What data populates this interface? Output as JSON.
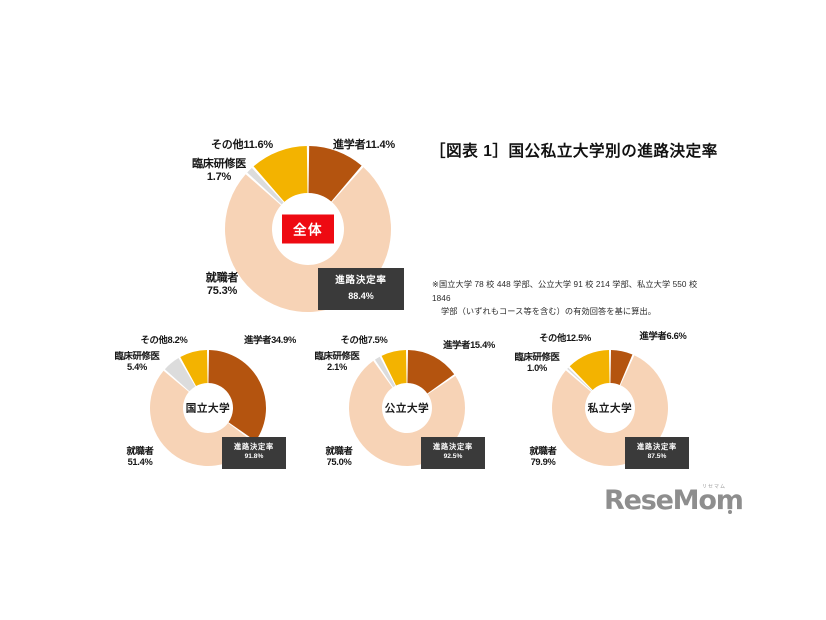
{
  "title": "［図表 1］国公私立大学別の進路決定率",
  "footnote": {
    "line1": "※国立大学 78 校 448 学部、公立大学 91 校 214 学部、私立大学 550 校 1846",
    "line2": "学部（いずれもコース等を含む）の有効回答を基に算出。"
  },
  "logo": {
    "word": "ReseMom",
    "ruby": "リセマム"
  },
  "colors": {
    "shingaku": "#b4540f",
    "shushoku": "#f7d3b6",
    "rinsho": "#dcdcdc",
    "sonota": "#f3b300",
    "rate_box": "#3a3a3a",
    "center_total": "#ee0a12",
    "background": "#ffffff"
  },
  "rate_label": "進路決定率",
  "chart_data": [
    {
      "id": "total",
      "type": "pie",
      "title": "全体",
      "center_style": "red-pill",
      "rate": "88.4%",
      "categories": [
        "進学者",
        "就職者",
        "臨床研修医",
        "その他"
      ],
      "values": [
        11.4,
        75.3,
        1.7,
        11.6
      ],
      "labels": [
        {
          "name": "進学者",
          "value": "11.4%"
        },
        {
          "name": "就職者",
          "value": "75.3%"
        },
        {
          "name": "臨床研修医",
          "value": "1.7%"
        },
        {
          "name": "その他",
          "value": "11.6%"
        }
      ]
    },
    {
      "id": "national",
      "type": "pie",
      "title": "国立大学",
      "center_style": "plain",
      "rate": "91.8%",
      "categories": [
        "進学者",
        "就職者",
        "臨床研修医",
        "その他"
      ],
      "values": [
        34.9,
        51.4,
        5.4,
        8.2
      ],
      "labels": [
        {
          "name": "進学者",
          "value": "34.9%"
        },
        {
          "name": "就職者",
          "value": "51.4%"
        },
        {
          "name": "臨床研修医",
          "value": "5.4%"
        },
        {
          "name": "その他",
          "value": "8.2%"
        }
      ]
    },
    {
      "id": "public",
      "type": "pie",
      "title": "公立大学",
      "center_style": "plain",
      "rate": "92.5%",
      "categories": [
        "進学者",
        "就職者",
        "臨床研修医",
        "その他"
      ],
      "values": [
        15.4,
        75.0,
        2.1,
        7.5
      ],
      "labels": [
        {
          "name": "進学者",
          "value": "15.4%"
        },
        {
          "name": "就職者",
          "value": "75.0%"
        },
        {
          "name": "臨床研修医",
          "value": "2.1%"
        },
        {
          "name": "その他",
          "value": "7.5%"
        }
      ]
    },
    {
      "id": "private",
      "type": "pie",
      "title": "私立大学",
      "center_style": "plain",
      "rate": "87.5%",
      "categories": [
        "進学者",
        "就職者",
        "臨床研修医",
        "その他"
      ],
      "values": [
        6.6,
        79.9,
        1.0,
        12.5
      ],
      "labels": [
        {
          "name": "進学者",
          "value": "6.6%"
        },
        {
          "name": "就職者",
          "value": "79.9%"
        },
        {
          "name": "臨床研修医",
          "value": "1.0%"
        },
        {
          "name": "その他",
          "value": "12.5%"
        }
      ]
    }
  ]
}
